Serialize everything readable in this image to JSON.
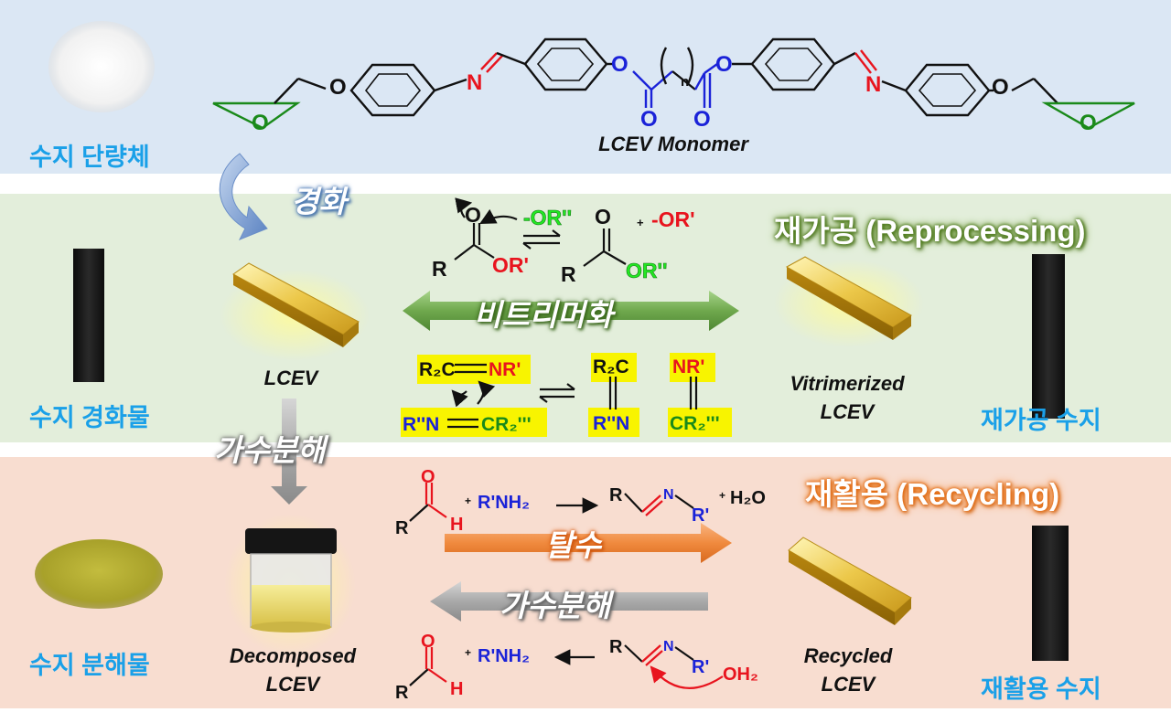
{
  "labels": {
    "resin_monomer": "수지 단량체",
    "resin_cured": "수지 경화물",
    "resin_decomposed": "수지 분해물",
    "resin_reprocessed": "재가공 수지",
    "resin_recycled": "재활용 수지",
    "monomer_name": "LCEV Monomer",
    "lcev": "LCEV",
    "vitrimerized_line1": "Vitrimerized",
    "vitrimerized_line2": "LCEV",
    "decomposed_line1": "Decomposed",
    "decomposed_line2": "LCEV",
    "recycled_line1": "Recycled",
    "recycled_line2": "LCEV"
  },
  "titles": {
    "reprocessing": "재가공 (Reprocessing)",
    "recycling": "재활용 (Recycling)"
  },
  "process": {
    "curing": "경화",
    "hydrolysis": "가수분해",
    "vitrimerization": "비트리머화",
    "dehydration": "탈수"
  },
  "chem": {
    "O": "O",
    "N": "N",
    "n": "n",
    "R": "R",
    "H": "H",
    "plus": "+",
    "or_dprime_neg": "-OR''",
    "or_prime_neg": "-OR'",
    "or_prime": "OR'",
    "or_dprime": "OR''",
    "r2c": "R₂C",
    "nr_prime": "NR'",
    "rdprime_n": "R''N",
    "cr2_tprime": "CR₂'''",
    "rprime_nh2": "R'NH₂",
    "r_prime": "R'",
    "h2o": "H₂O",
    "oh2": "OH₂"
  },
  "colors": {
    "label_blue": "#1aa0e8",
    "epoxy_green": "#1a8a1a",
    "imine_red": "#e8141e",
    "ester_blue": "#1a22d8",
    "band_top": "#dbe7f4",
    "band_mid": "#e3eedb",
    "band_bot": "#f8ddd0",
    "gold": "#e6c23a",
    "highlight_yellow": "#f8f400"
  }
}
